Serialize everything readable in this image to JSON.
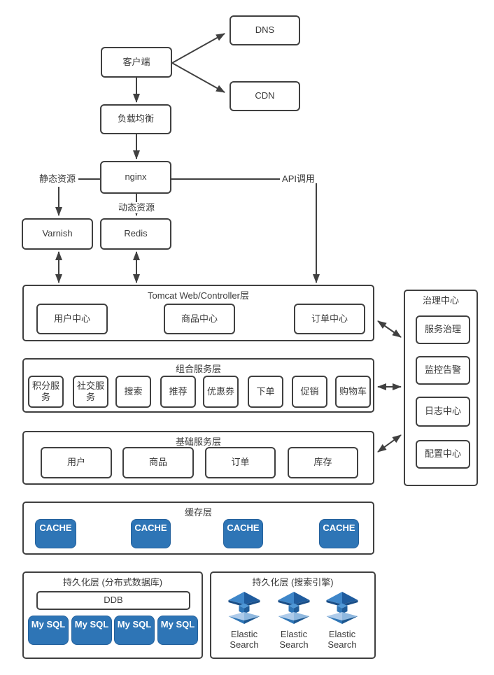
{
  "nodes": {
    "client": "客户端",
    "dns": "DNS",
    "cdn": "CDN",
    "load_balancer": "负载均衡",
    "nginx": "nginx",
    "varnish": "Varnish",
    "redis": "Redis"
  },
  "edge_labels": {
    "static_resource": "静态资源",
    "dynamic_resource": "动态资源",
    "api_call": "API调用"
  },
  "layers": {
    "tomcat": {
      "title": "Tomcat Web/Controller层",
      "items": [
        "用户中心",
        "商品中心",
        "订单中心"
      ]
    },
    "composite": {
      "title": "组合服务层",
      "items": [
        "积分服务",
        "社交服务",
        "搜索",
        "推荐",
        "优惠券",
        "下单",
        "促销",
        "购物车"
      ]
    },
    "base": {
      "title": "基础服务层",
      "items": [
        "用户",
        "商品",
        "订单",
        "库存"
      ]
    },
    "cache": {
      "title": "缓存层",
      "items": [
        "CACHE",
        "CACHE",
        "CACHE",
        "CACHE"
      ]
    },
    "persistence_db": {
      "title": "持久化层 (分布式数据库)",
      "ddb": "DDB",
      "items": [
        "My SQL",
        "My SQL",
        "My SQL",
        "My SQL"
      ]
    },
    "persistence_search": {
      "title": "持久化层 (搜索引擎)",
      "items": [
        "Elastic Search",
        "Elastic Search",
        "Elastic Search"
      ]
    }
  },
  "governance": {
    "title": "治理中心",
    "items": [
      "服务治理",
      "监控告警",
      "日志中心",
      "配置中心"
    ]
  },
  "colors": {
    "accent_blue": "#2E75B6",
    "line": "#404040",
    "text": "#3A3A3A"
  }
}
